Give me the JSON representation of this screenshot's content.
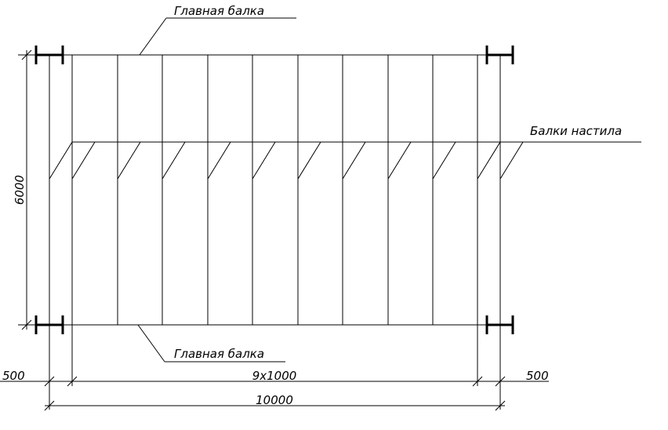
{
  "labels": {
    "main_beam_top": "Главная балка",
    "main_beam_bottom": "Главная балка",
    "deck_beams": "Балки настила"
  },
  "dimensions": {
    "height": "6000",
    "left_offset": "500",
    "middle": "9x1000",
    "right_offset": "500",
    "total": "10000"
  }
}
